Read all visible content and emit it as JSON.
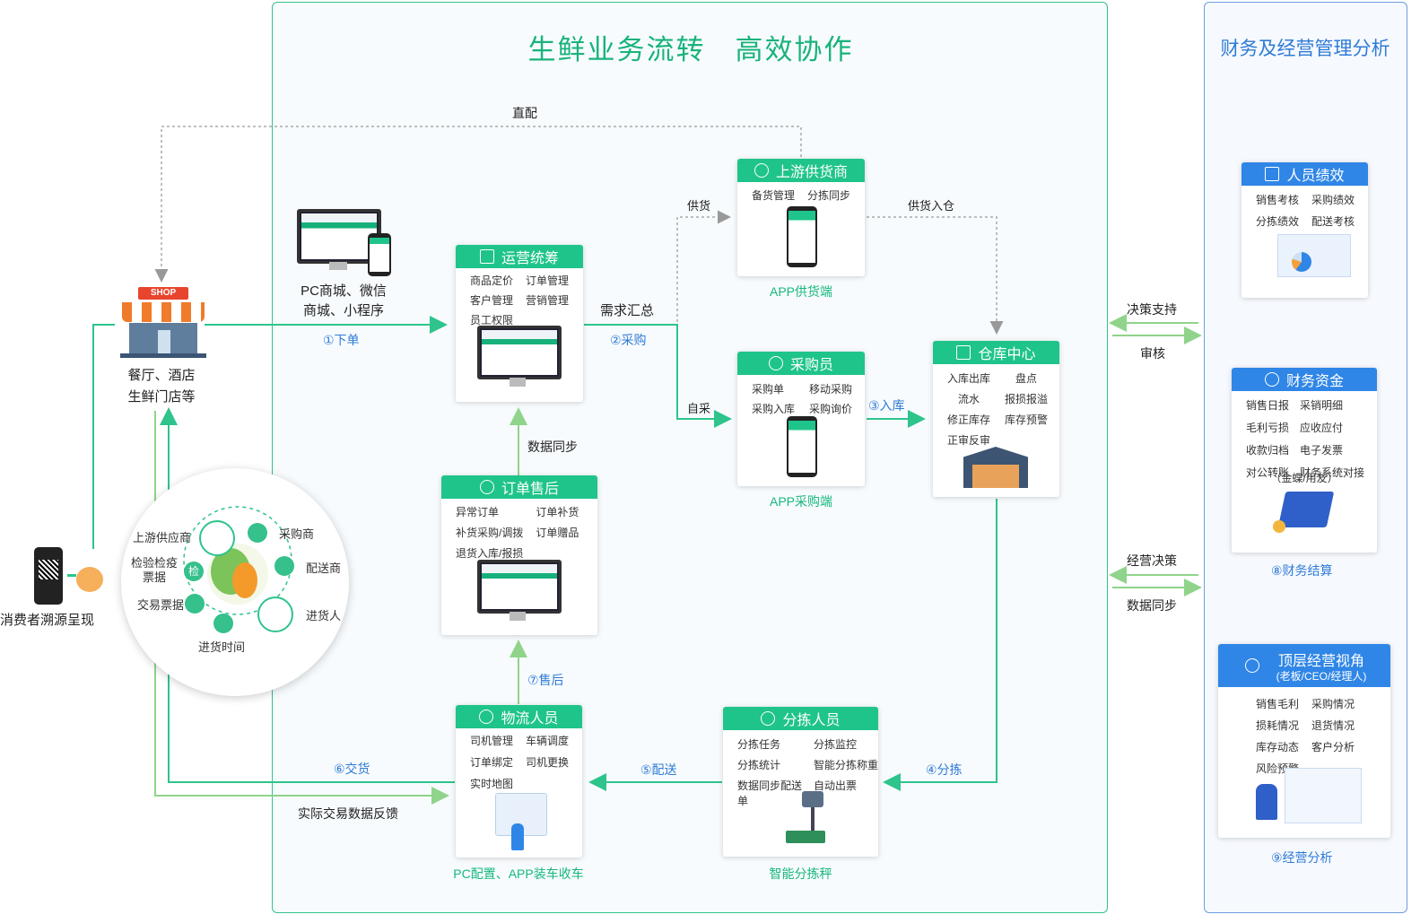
{
  "titles": {
    "main": "生鲜业务流转　高效协作",
    "right": "财务及经营管理分析"
  },
  "labels": {
    "zhipei": "直配",
    "gonghuo": "供货",
    "gonghuo_ruku": "供货入仓",
    "zicai": "自采",
    "xuqiu": "需求汇总",
    "data_sync": "数据同步",
    "shiji": "实际交易数据反馈",
    "pc_shop": "PC商城、微信\n商城、小程序",
    "restaurant": "餐厅、酒店\n生鲜门店等",
    "consumer": "消费者溯源呈现",
    "juece": "决策支持",
    "shenhe": "审核",
    "jingying": "经营决策",
    "shuju": "数据同步"
  },
  "steps": {
    "s1": "①下单",
    "s2": "②采购",
    "s3": "③入库",
    "s4": "④分拣",
    "s5": "⑤配送",
    "s6": "⑥交货",
    "s7": "⑦售后",
    "s8": "⑧财务结算",
    "s9": "⑨经营分析"
  },
  "cards": {
    "supplier": {
      "title": "上游供货商",
      "items": [
        "备货管理",
        "分拣同步"
      ],
      "caption": "APP供货端"
    },
    "ops": {
      "title": "运营统筹",
      "items": [
        "商品定价",
        "订单管理",
        "客户管理",
        "营销管理",
        "员工权限"
      ]
    },
    "buyer": {
      "title": "采购员",
      "items": [
        "采购单",
        "移动采购",
        "采购入库",
        "采购询价"
      ],
      "caption": "APP采购端"
    },
    "warehouse": {
      "title": "仓库中心",
      "items": [
        "入库出库",
        "盘点",
        "流水",
        "报损报溢",
        "修正库存",
        "库存预警",
        "正审反审"
      ]
    },
    "aftersale": {
      "title": "订单售后",
      "items": [
        "异常订单",
        "订单补货",
        "补货采购/调拨",
        "订单赠品",
        "退货入库/报损"
      ]
    },
    "logistics": {
      "title": "物流人员",
      "items": [
        "司机管理",
        "车辆调度",
        "订单绑定",
        "司机更换",
        "实时地图"
      ],
      "caption": "PC配置、APP装车收车"
    },
    "sorting": {
      "title": "分拣人员",
      "items": [
        "分拣任务",
        "分拣监控",
        "分拣统计",
        "智能分拣称重",
        "数据同步配送单",
        "自动出票"
      ],
      "caption": "智能分拣秤"
    },
    "perf": {
      "title": "人员绩效",
      "items": [
        "销售考核",
        "采购绩效",
        "分拣绩效",
        "配送考核"
      ]
    },
    "finance": {
      "title": "财务资金",
      "items": [
        "销售日报",
        "采销明细",
        "毛利亏损",
        "应收应付",
        "收款归档",
        "电子发票",
        "对公转账",
        "财务系统对接",
        "（金蝶/用友）"
      ]
    },
    "top": {
      "title": "顶层经营视角",
      "subtitle": "(老板/CEO/经理人)",
      "items": [
        "销售毛利",
        "采购情况",
        "损耗情况",
        "退货情况",
        "库存动态",
        "客户分析",
        "风险预警"
      ]
    }
  },
  "trace": {
    "items": [
      "上游供应商",
      "采购商",
      "检验检疫\n票据",
      "配送商",
      "交易票据",
      "进货人",
      "进货时间"
    ],
    "shop_sign": "SHOP",
    "badge": "检"
  },
  "colors": {
    "green": "#1fc48a",
    "blue": "#2f86e6",
    "line_green": "#2ec48c",
    "dotted": "#999999"
  }
}
